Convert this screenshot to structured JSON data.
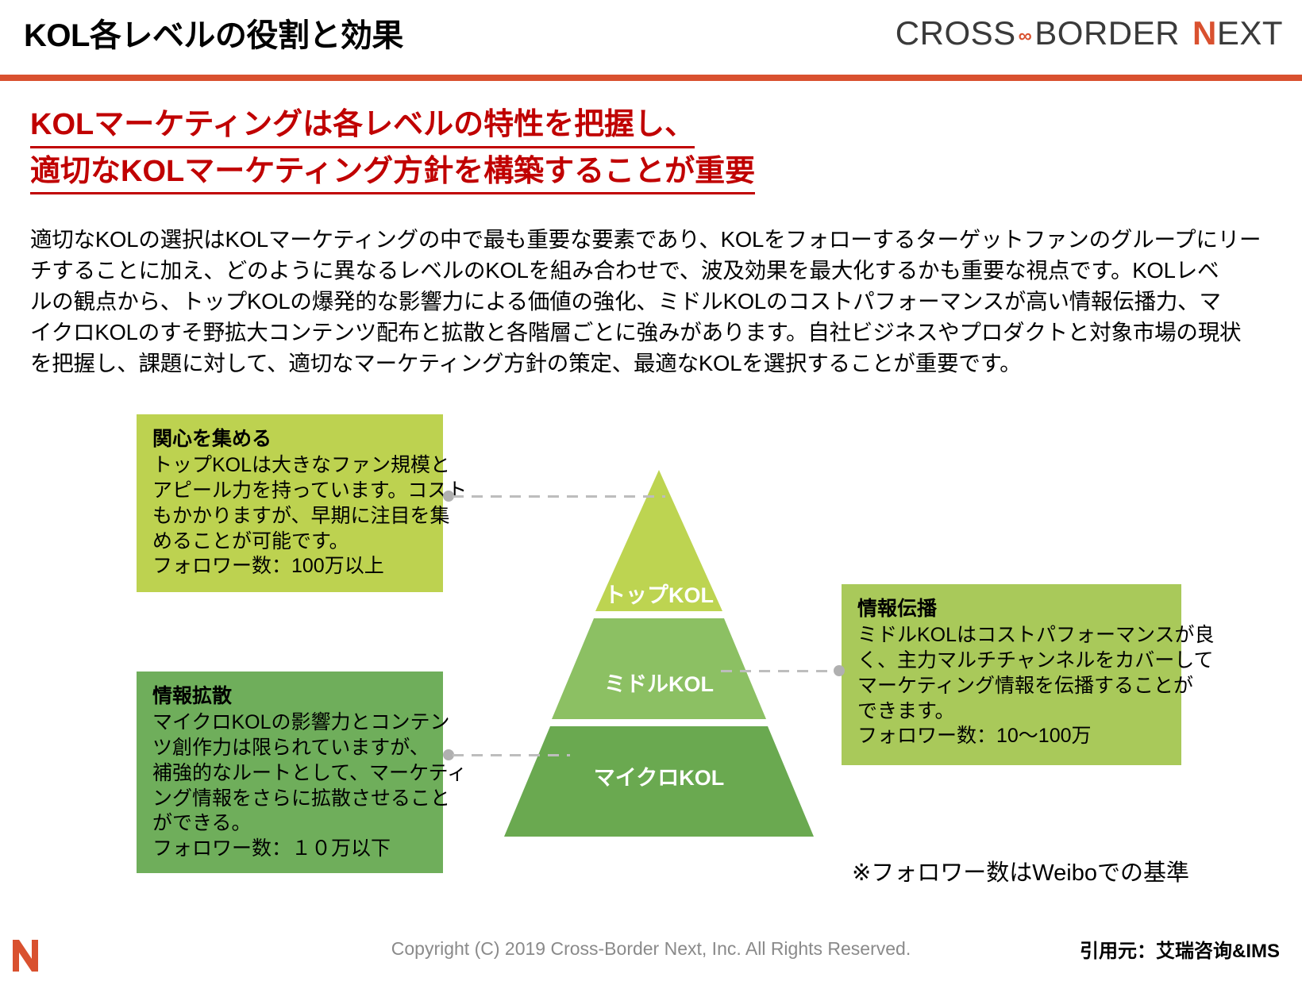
{
  "header": {
    "title": "KOL各レベルの役割と効果",
    "logo": {
      "word1": "CROSS",
      "infinity": "∞",
      "word2": "BORDER",
      "next_n": "N",
      "next_rest": "EXT"
    },
    "rule_color": "#d9512f"
  },
  "headline": {
    "line1": "KOLマーケティングは各レベルの特性を把握し、",
    "line2": "適切なKOLマーケティング方針を構築することが重要",
    "color": "#c00000"
  },
  "body": {
    "lines": [
      "適切なKOLの選択はKOLマーケティングの中で最も重要な要素であり、KOLをフォローするターゲットファンのグループにリー",
      "チすることに加え、どのように異なるレベルのKOLを組み合わせで、波及効果を最大化するかも重要な視点です。KOLレベ",
      "ルの観点から、トップKOLの爆発的な影響力による価値の強化、ミドルKOLのコストパフォーマンスが高い情報伝播力、マ",
      "イクロKOLのすそ野拡大コンテンツ配布と拡散と各階層ごとに強みがあります。自社ビジネスやプロダクトと対象市場の現状",
      "を把握し、課題に対して、適切なマーケティング方針の策定、最適なKOLを選択することが重要です。"
    ]
  },
  "callouts": {
    "top_left": {
      "title": "関心を集める",
      "lines": [
        "トップKOLは大きなファン規模と",
        "アピール力を持っています。コスト",
        "もかかりますが、早期に注目を集",
        "めることが可能です。",
        "フォロワー数：100万以上"
      ],
      "color": "#bdd250"
    },
    "bottom_left": {
      "title": "情報拡散",
      "lines": [
        "マイクロKOLの影響力とコンテン",
        "ツ創作力は限られていますが、",
        "補強的なルートとして、マーケティ",
        "ング情報をさらに拡散させること",
        "ができる。",
        "フォロワー数：１０万以下"
      ],
      "color": "#6fae5b"
    },
    "right": {
      "title": "情報伝播",
      "lines": [
        "ミドルKOLはコストパフォーマンスが良",
        "く、主力マルチチャンネルをカバーして",
        "マーケティング情報を伝播することが",
        "できます。",
        "フォロワー数：10〜100万"
      ],
      "color": "#a9c95a"
    }
  },
  "pyramid": {
    "levels": [
      {
        "label": "トップKOL",
        "color": "#bdd451"
      },
      {
        "label": "ミドルKOL",
        "color": "#8cc063"
      },
      {
        "label": "マイクロKOL",
        "color": "#6aa950"
      }
    ]
  },
  "footnote": "※フォロワー数はWeiboでの基準",
  "footer": {
    "copyright": "Copyright (C) 2019 Cross-Border Next, Inc. All Rights Reserved.",
    "source": "引用元：艾瑞咨询&IMS",
    "mark_color": "#d9512f"
  }
}
